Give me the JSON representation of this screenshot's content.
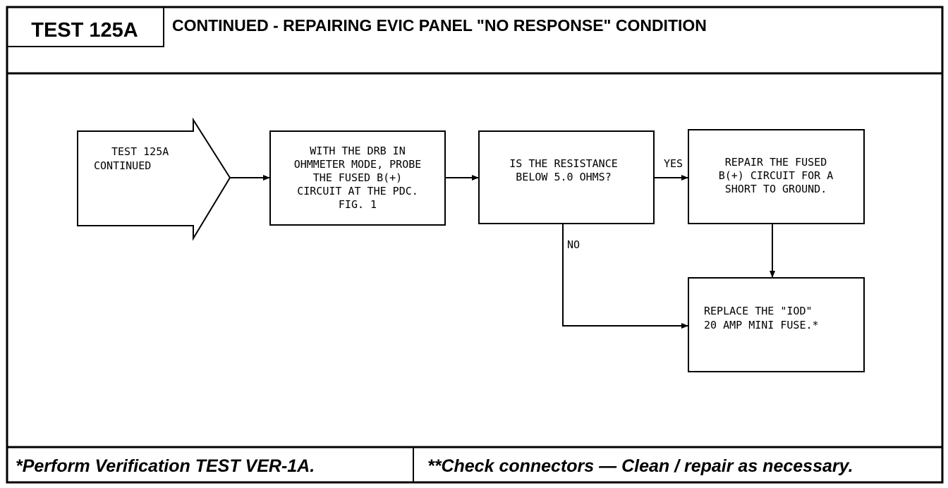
{
  "header": {
    "test_id": "TEST 125A",
    "title": "CONTINUED - REPAIRING EVIC PANEL \"NO RESPONSE\" CONDITION"
  },
  "flow": {
    "entry_arrow": {
      "line1": "TEST 125A",
      "line2": "CONTINUED"
    },
    "step_probe": {
      "line1": "WITH THE DRB IN",
      "line2": "OHMMETER MODE, PROBE",
      "line3": "THE FUSED B(+)",
      "line4": "CIRCUIT AT THE PDC.",
      "line5": "FIG. 1"
    },
    "decision": {
      "line1": "IS THE RESISTANCE",
      "line2": "BELOW 5.0 OHMS?"
    },
    "yes_label": "YES",
    "no_label": "NO",
    "step_repair": {
      "line1": "REPAIR THE FUSED",
      "line2": "B(+) CIRCUIT FOR A",
      "line3": "SHORT TO GROUND."
    },
    "step_replace": {
      "line1": "REPLACE THE \"IOD\"",
      "line2": "20 AMP MINI FUSE.*"
    }
  },
  "footer": {
    "left": "*Perform Verification TEST VER-1A.",
    "right": "**Check connectors — Clean / repair as necessary."
  }
}
